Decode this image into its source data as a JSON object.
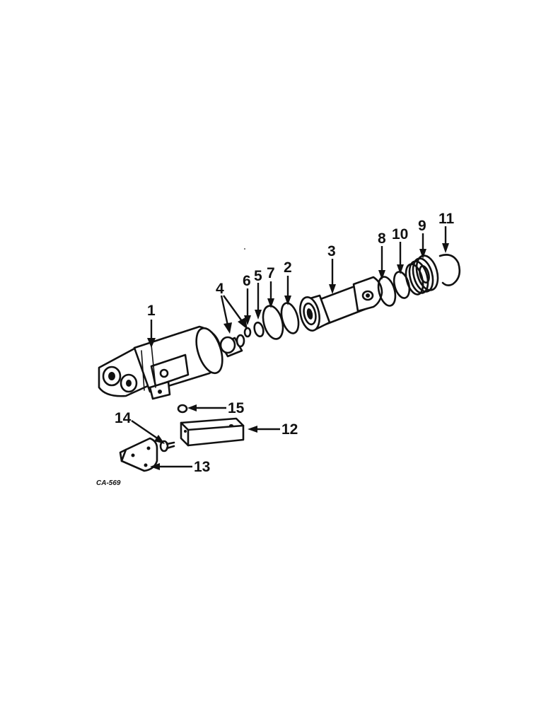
{
  "diagram_code": "CA-569",
  "callouts": [
    {
      "id": "1",
      "label": "1"
    },
    {
      "id": "2",
      "label": "2"
    },
    {
      "id": "3",
      "label": "3"
    },
    {
      "id": "4",
      "label": "4"
    },
    {
      "id": "5",
      "label": "5"
    },
    {
      "id": "6",
      "label": "6"
    },
    {
      "id": "7",
      "label": "7"
    },
    {
      "id": "8",
      "label": "8"
    },
    {
      "id": "9",
      "label": "9"
    },
    {
      "id": "10",
      "label": "10"
    },
    {
      "id": "11",
      "label": "11"
    },
    {
      "id": "12",
      "label": "12"
    },
    {
      "id": "13",
      "label": "13"
    },
    {
      "id": "14",
      "label": "14"
    },
    {
      "id": "15",
      "label": "15"
    }
  ],
  "parts": [
    {
      "callout": "1",
      "part": "cylinder-barrel"
    },
    {
      "callout": "2",
      "part": "o-ring"
    },
    {
      "callout": "3",
      "part": "piston-rod"
    },
    {
      "callout": "4",
      "part": "plug"
    },
    {
      "callout": "5",
      "part": "o-ring"
    },
    {
      "callout": "6",
      "part": "seal"
    },
    {
      "callout": "7",
      "part": "o-ring"
    },
    {
      "callout": "8",
      "part": "o-ring"
    },
    {
      "callout": "9",
      "part": "gland"
    },
    {
      "callout": "10",
      "part": "backup-ring"
    },
    {
      "callout": "11",
      "part": "snap-ring"
    },
    {
      "callout": "12",
      "part": "stop-block"
    },
    {
      "callout": "13",
      "part": "bracket"
    },
    {
      "callout": "14",
      "part": "bolt"
    },
    {
      "callout": "15",
      "part": "washer"
    }
  ]
}
